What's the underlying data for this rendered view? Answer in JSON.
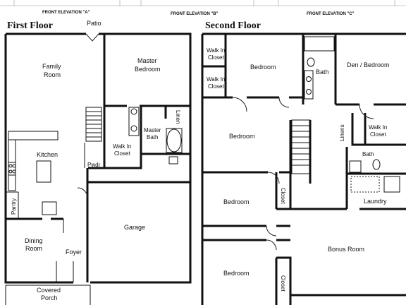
{
  "elevations": {
    "a": "FRONT ELEVATION \"A\"",
    "b": "FRONT ELEVATION \"B\"",
    "c": "FRONT ELEVATION \"C\""
  },
  "first_floor": {
    "title": "First Floor",
    "rooms": {
      "patio": "Patio",
      "family_room": [
        "Family",
        "Room"
      ],
      "master_bedroom": [
        "Master",
        "Bedroom"
      ],
      "kitchen": "Kitchen",
      "walk_in_closet": [
        "Walk In",
        "Closet"
      ],
      "master_bath": [
        "Master",
        "Bath"
      ],
      "linen": "Linen",
      "pwdr": "Pwdr",
      "pantry": "Pantry",
      "dining_room": [
        "Dining",
        "Room"
      ],
      "foyer": "Foyer",
      "garage": "Garage",
      "covered_porch": [
        "Covered",
        "Porch"
      ]
    }
  },
  "second_floor": {
    "title": "Second Floor",
    "rooms": {
      "walk_in_closet_1": [
        "Walk In",
        "Closet"
      ],
      "walk_in_closet_2": [
        "Walk In",
        "Closet"
      ],
      "bedroom_1": "Bedroom",
      "bath_1": "Bath",
      "den_bedroom": "Den / Bedroom",
      "bedroom_2": "Bedroom",
      "linens": "Linens",
      "walk_in_closet_3": [
        "Walk In",
        "Closet"
      ],
      "bath_2": "Bath",
      "bedroom_3": "Bedroom",
      "closet_1": "Closet",
      "laundry": "Laundry",
      "bonus_room": "Bonus Room",
      "bedroom_4": "Bedroom",
      "closet_2": "Closet"
    }
  }
}
